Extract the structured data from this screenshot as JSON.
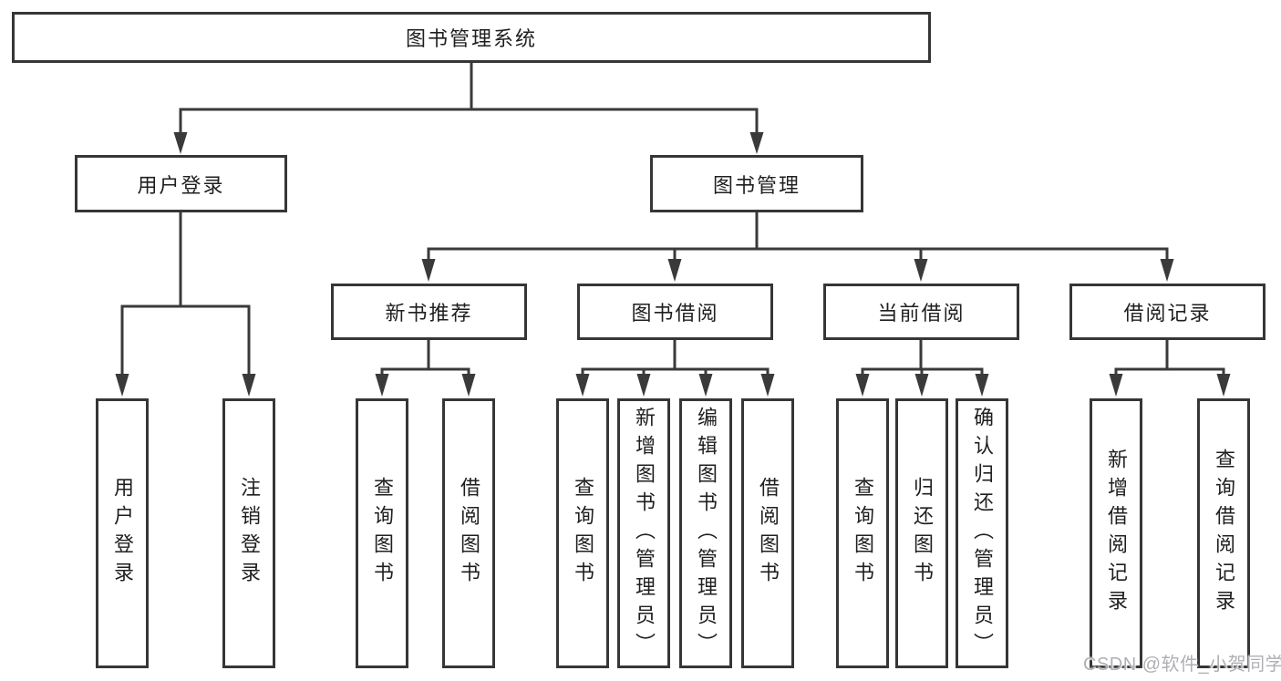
{
  "diagram": {
    "tree": {
      "root": {
        "label": "图书管理系统",
        "children": [
          {
            "label": "用户登录",
            "children": [
              {
                "label": "用户登录"
              },
              {
                "label": "注销登录"
              }
            ]
          },
          {
            "label": "图书管理",
            "children": [
              {
                "label": "新书推荐",
                "children": [
                  {
                    "label": "查询图书"
                  },
                  {
                    "label": "借阅图书"
                  }
                ]
              },
              {
                "label": "图书借阅",
                "children": [
                  {
                    "label": "查询图书"
                  },
                  {
                    "label": "新增图书（管理员）"
                  },
                  {
                    "label": "编辑图书（管理员）"
                  },
                  {
                    "label": "借阅图书"
                  }
                ]
              },
              {
                "label": "当前借阅",
                "children": [
                  {
                    "label": "查询图书"
                  },
                  {
                    "label": "归还图书"
                  },
                  {
                    "label": "确认归还（管理员）"
                  }
                ]
              },
              {
                "label": "借阅记录",
                "children": [
                  {
                    "label": "新增借阅记录"
                  },
                  {
                    "label": "查询借阅记录"
                  }
                ]
              }
            ]
          }
        ]
      }
    },
    "colors": {
      "line": "#3a3a3a",
      "box_border": "#363636",
      "text": "#1f1f1f",
      "watermark": "#b0afb4",
      "background": "#ffffff"
    }
  },
  "watermark": {
    "text": "CSDN @软件_小贺同学"
  }
}
